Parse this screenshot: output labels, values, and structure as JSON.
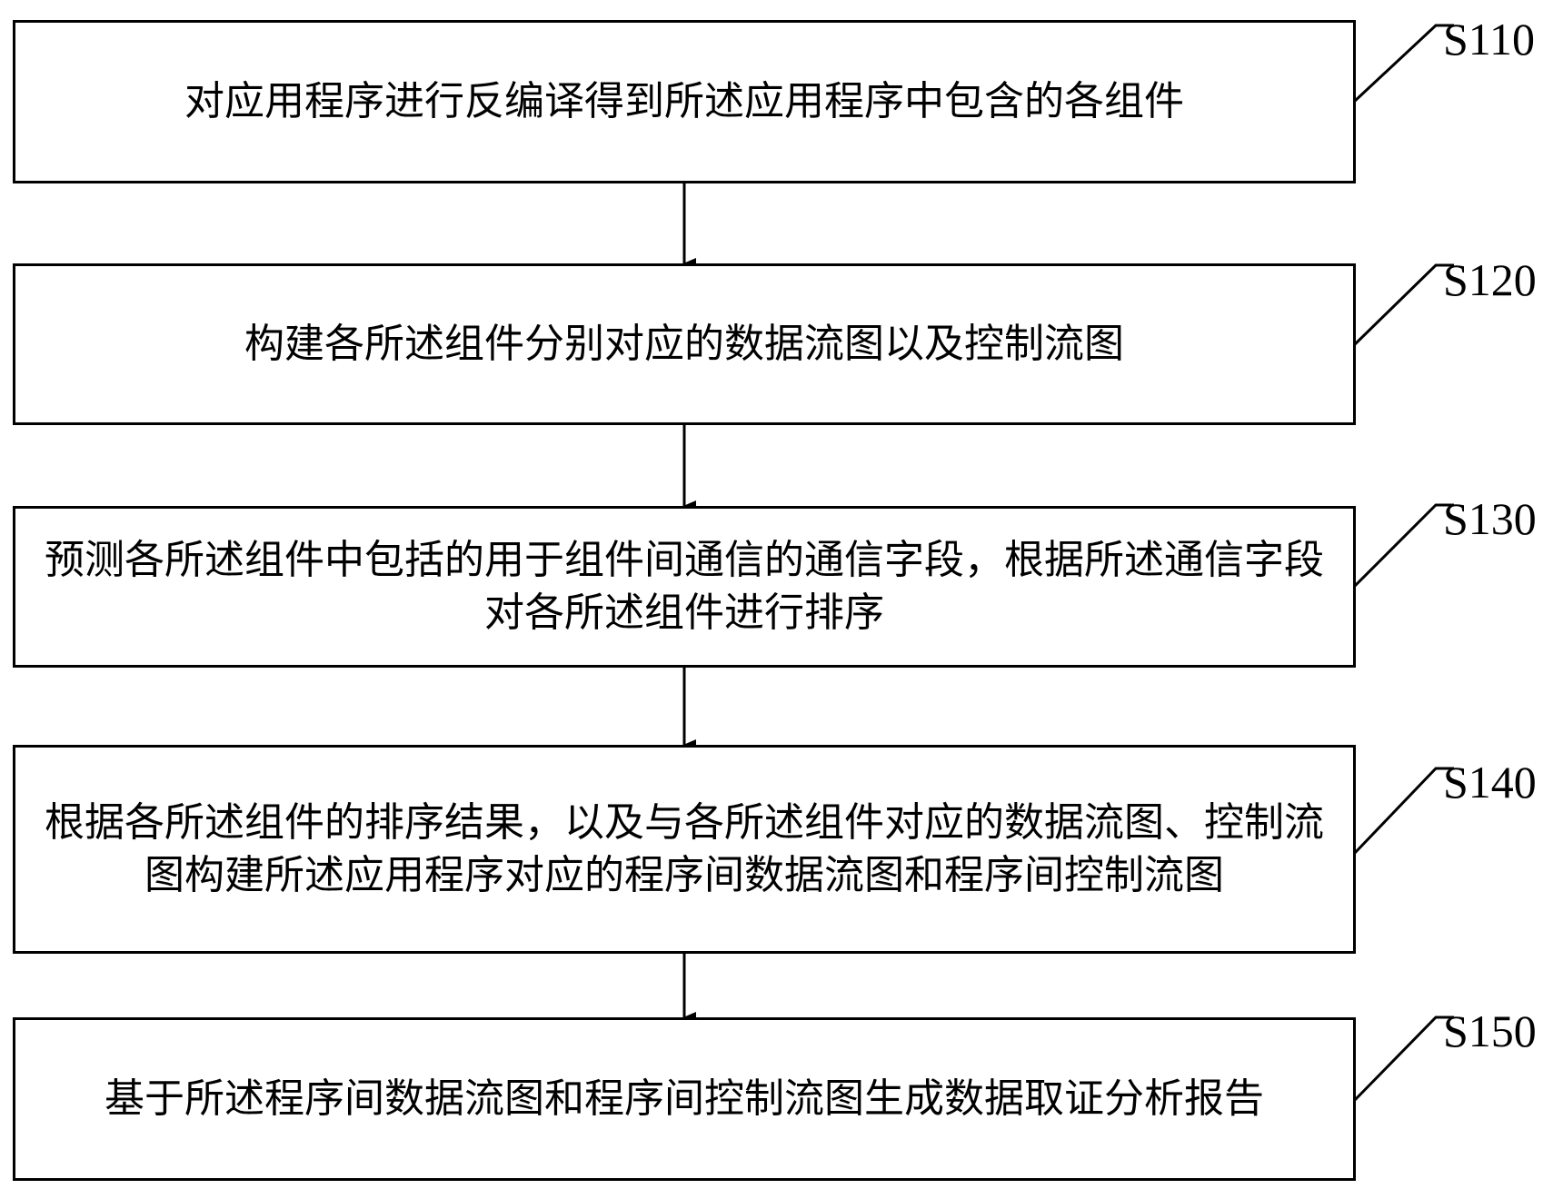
{
  "steps": [
    {
      "id": "S110",
      "text": "对应用程序进行反编译得到所述应用程序中包含的各组件"
    },
    {
      "id": "S120",
      "text": "构建各所述组件分别对应的数据流图以及控制流图"
    },
    {
      "id": "S130",
      "text": "预测各所述组件中包括的用于组件间通信的通信字段，根据所述通信字段对各所述组件进行排序"
    },
    {
      "id": "S140",
      "text": "根据各所述组件的排序结果，以及与各所述组件对应的数据流图、控制流图构建所述应用程序对应的程序间数据流图和程序间控制流图"
    },
    {
      "id": "S150",
      "text": "基于所述程序间数据流图和程序间控制流图生成数据取证分析报告"
    }
  ]
}
